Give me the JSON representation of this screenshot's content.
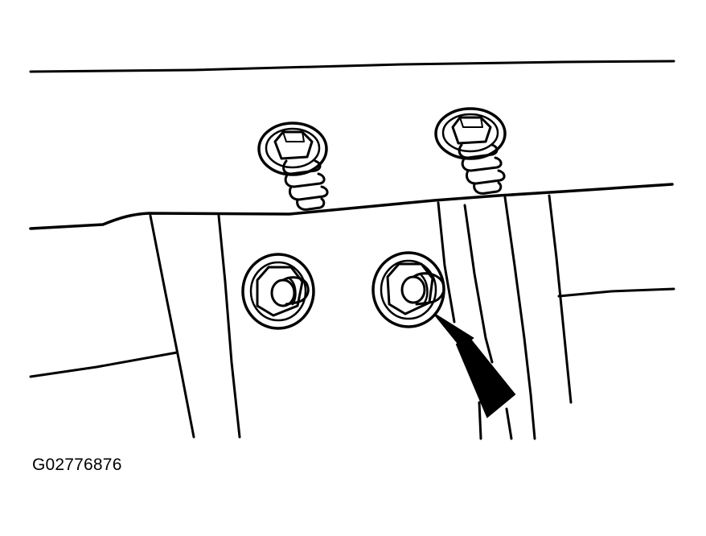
{
  "figure": {
    "id_label": "G02776876",
    "parts": {
      "upper_bolts": [
        "bolt-left",
        "bolt-right"
      ],
      "lower_nuts": [
        "nut-left",
        "nut-right"
      ],
      "pointer": "arrow-pointing-to-right-nut"
    }
  }
}
